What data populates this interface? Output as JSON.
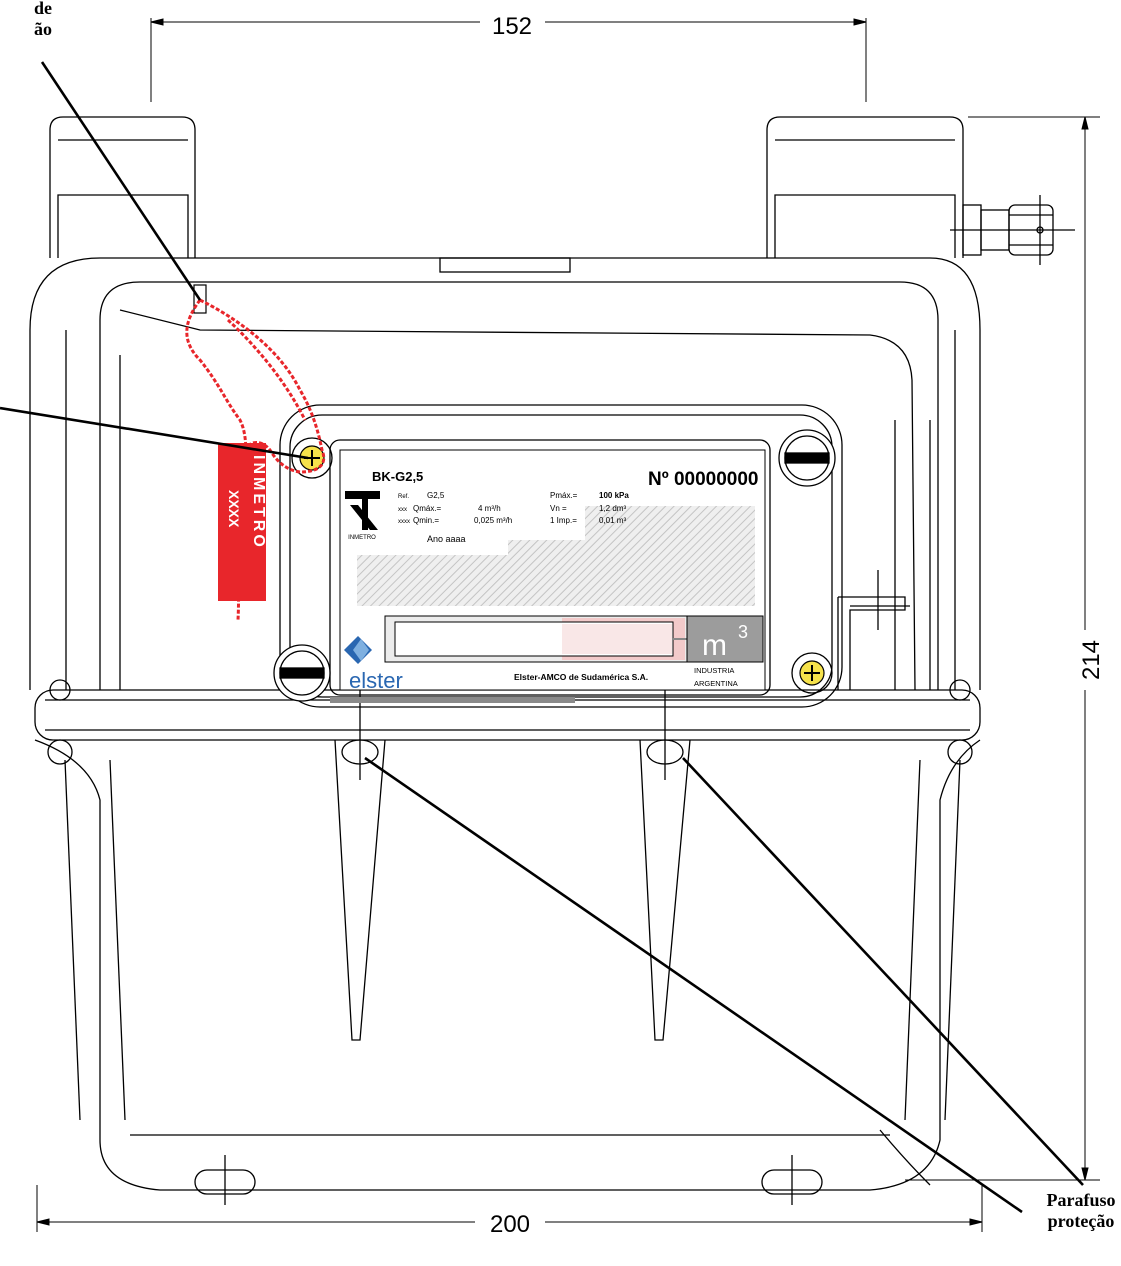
{
  "dimensions": {
    "width_label": "152",
    "height_label": "214",
    "base_label": "200"
  },
  "callouts": {
    "top_line1": "de",
    "top_line2": "ão",
    "bottom_line1": "Parafuso",
    "bottom_line2": "proteção"
  },
  "seal_tag": {
    "brand": "INMETRO",
    "code": "XXXX"
  },
  "nameplate": {
    "model": "BK-G2,5",
    "serial": "Nº 00000000",
    "row1_key": "Ref.",
    "row1_val": "G2,5",
    "row2_key": "xxx",
    "row2_label": "Qmáx.=",
    "row2_val": "4 m³/h",
    "row3_key": "xxxx",
    "row3_label": "Qmin.=",
    "row3_val": "0,025 m³/h",
    "pmax_label": "Pmáx.=",
    "pmax_val": "100 kPa",
    "vn_label": "Vn =",
    "vn_val": "1,2 dm³",
    "imp_label": "1 Imp.=",
    "imp_val": "0,01 m³",
    "year": "Ano aaaa",
    "inmetro_small": "INMETRO",
    "unit": "m",
    "unit_sup": "3",
    "origin1": "INDUSTRIA",
    "origin2": "ARGENTINA",
    "brand": "elster",
    "company": "Elster-AMCO de Sudamérica S.A."
  },
  "colors": {
    "line": "#000000",
    "seal": "#e8262b",
    "plate_gray": "#d9d9d9",
    "counter_pink": "#f2caca",
    "brand_blue": "#2a67b1"
  }
}
